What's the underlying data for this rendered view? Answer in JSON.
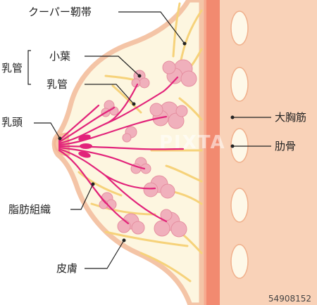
{
  "labels": {
    "cooper_ligament": "クーパー靭帯",
    "lobule": "小葉",
    "milk_duct_group": "乳管",
    "milk_duct": "乳管",
    "nipple": "乳頭",
    "fat_tissue": "脂肪組織",
    "skin": "皮膚",
    "pectoralis_major": "大胸筋",
    "rib": "肋骨"
  },
  "watermark": "PIXTA",
  "image_id": "54908152",
  "colors": {
    "skin_outline": "#f4c4a6",
    "breast_fill": "#fdf6e0",
    "ligament": "#f6d27a",
    "duct": "#e2237a",
    "lobule": "#f0b0bc",
    "muscle": "#f28a70",
    "chest_wall": "#f9d2b8",
    "rib": "#fef8e8"
  }
}
